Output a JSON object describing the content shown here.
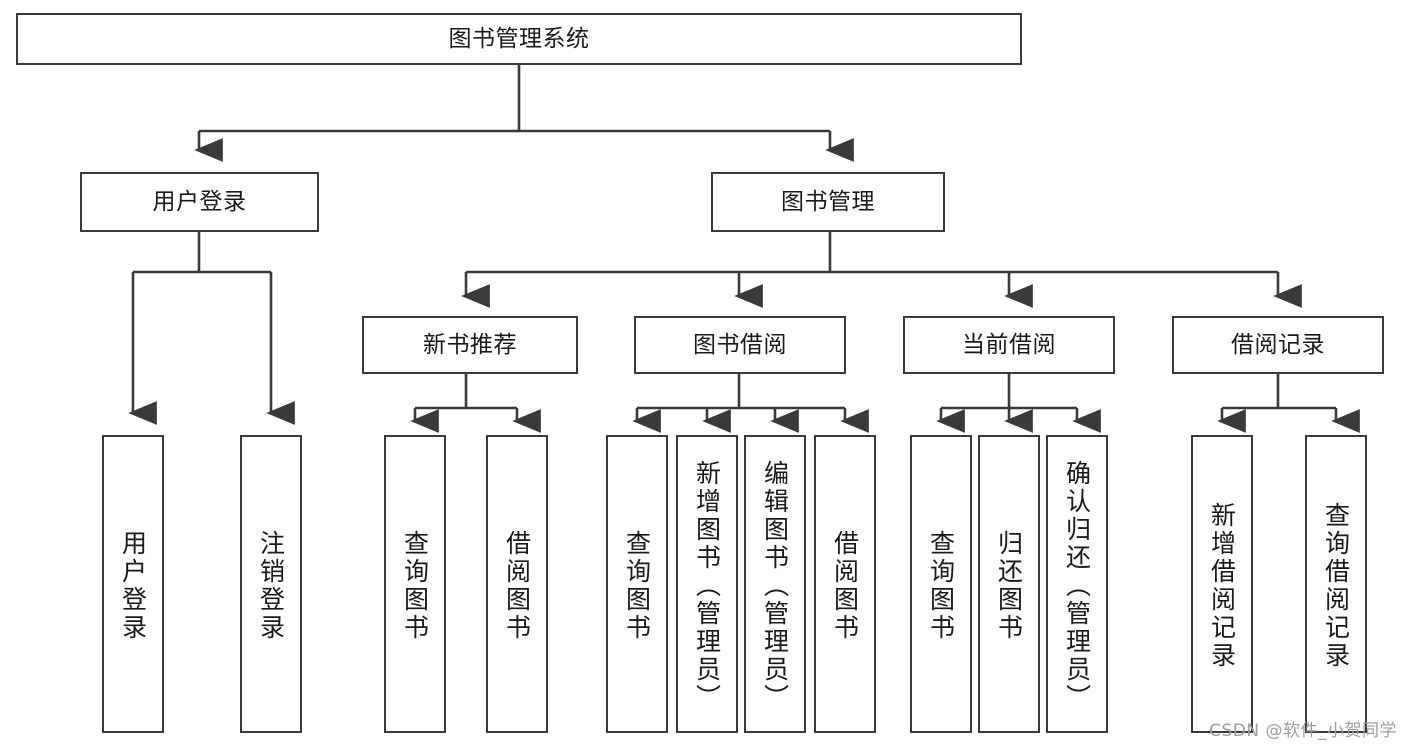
{
  "diagram": {
    "type": "tree",
    "title": "图书管理系统",
    "root": {
      "id": "root",
      "label": "图书管理系统"
    },
    "level2": [
      {
        "id": "user-login",
        "label": "用户登录"
      },
      {
        "id": "book-manage",
        "label": "图书管理"
      }
    ],
    "level3": [
      {
        "id": "new-book-recommend",
        "label": "新书推荐",
        "parent": "book-manage"
      },
      {
        "id": "book-borrow",
        "label": "图书借阅",
        "parent": "book-manage"
      },
      {
        "id": "current-borrow",
        "label": "当前借阅",
        "parent": "book-manage"
      },
      {
        "id": "borrow-record",
        "label": "借阅记录",
        "parent": "book-manage"
      }
    ],
    "leaves": [
      {
        "id": "leaf-user-login",
        "label": "用户登录",
        "parent": "user-login"
      },
      {
        "id": "leaf-logout-login",
        "label": "注销登录",
        "parent": "user-login"
      },
      {
        "id": "leaf-query-book-1",
        "label": "查询图书",
        "parent": "new-book-recommend"
      },
      {
        "id": "leaf-borrow-book-1",
        "label": "借阅图书",
        "parent": "new-book-recommend"
      },
      {
        "id": "leaf-query-book-2",
        "label": "查询图书",
        "parent": "book-borrow"
      },
      {
        "id": "leaf-add-book",
        "label": "新增图书（管理员）",
        "parent": "book-borrow"
      },
      {
        "id": "leaf-edit-book",
        "label": "编辑图书（管理员）",
        "parent": "book-borrow"
      },
      {
        "id": "leaf-borrow-book-2",
        "label": "借阅图书",
        "parent": "book-borrow"
      },
      {
        "id": "leaf-query-book-3",
        "label": "查询图书",
        "parent": "current-borrow"
      },
      {
        "id": "leaf-return-book",
        "label": "归还图书",
        "parent": "current-borrow"
      },
      {
        "id": "leaf-confirm-return",
        "label": "确认归还（管理员）",
        "parent": "current-borrow"
      },
      {
        "id": "leaf-add-record",
        "label": "新增借阅记录",
        "parent": "borrow-record"
      },
      {
        "id": "leaf-query-record",
        "label": "查询借阅记录",
        "parent": "borrow-record"
      }
    ],
    "colors": {
      "box_border": "#3a3a3a",
      "box_fill": "#ffffff",
      "edge": "#3a3a3a",
      "text": "#1a1a1a",
      "watermark": "#9d9d9d"
    }
  },
  "watermark": {
    "text": "CSDN @软件_小贺同学"
  }
}
